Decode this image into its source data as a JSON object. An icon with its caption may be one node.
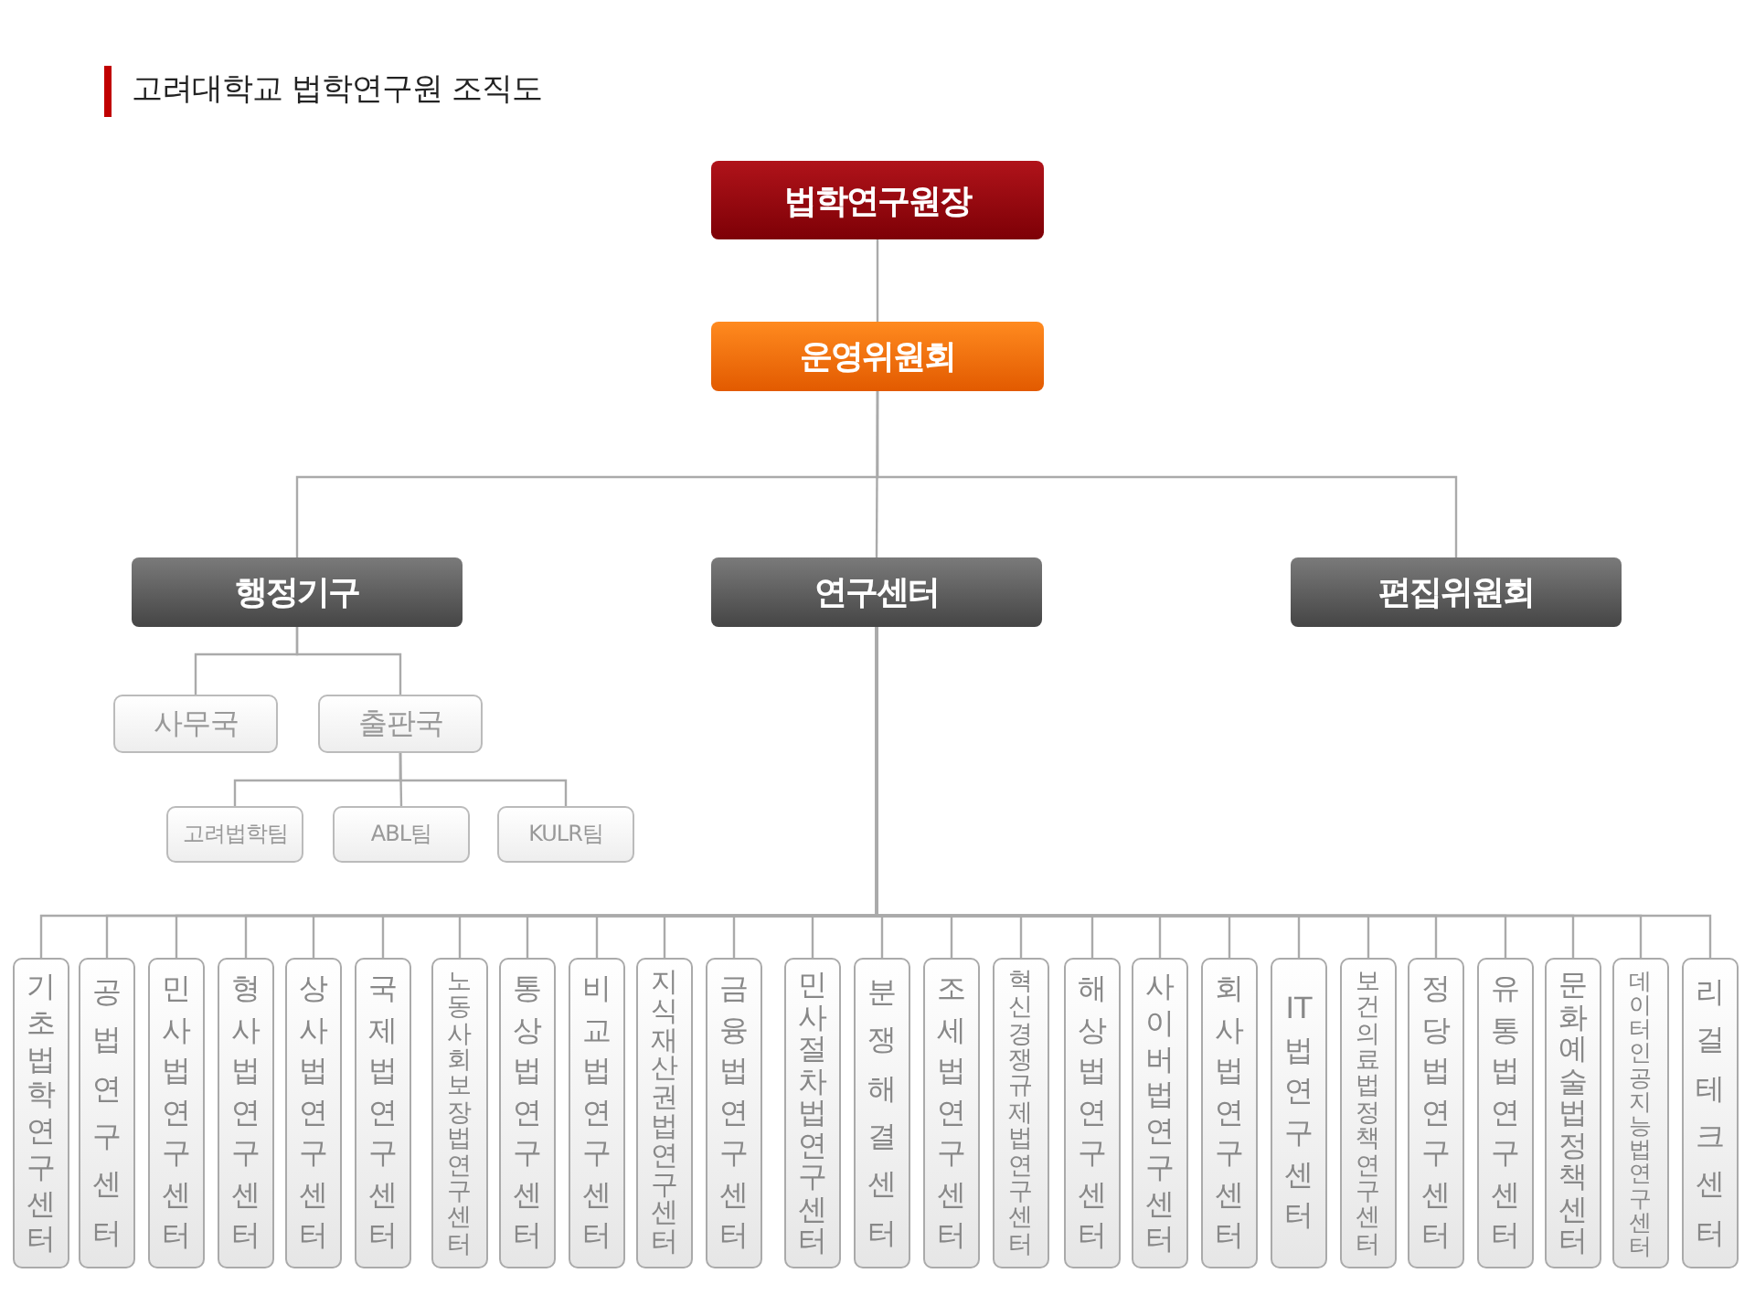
{
  "diagram": {
    "title": "고려대학교 법학연구원 조직도",
    "nodes": [
      {
        "text": [
          "법학연구원장"
        ]
      },
      {
        "text": [
          "운영위원회"
        ]
      },
      {
        "text": [
          "행정기구"
        ]
      },
      {
        "text": [
          "연구센터"
        ]
      },
      {
        "text": [
          "편집위원회"
        ]
      },
      {
        "text": [
          "사무국"
        ]
      },
      {
        "text": [
          "출판국"
        ]
      },
      {
        "text": [
          "고려법학팀"
        ]
      },
      {
        "text": [
          "ABL팀"
        ]
      },
      {
        "text": [
          "KULR팀"
        ]
      },
      {
        "text": [
          "기초법학연구센터"
        ]
      },
      {
        "text": [
          "공법연구센터"
        ]
      },
      {
        "text": [
          "민사법연구센터"
        ]
      },
      {
        "text": [
          "형사법연구센터"
        ]
      },
      {
        "text": [
          "상사법연구센터"
        ]
      },
      {
        "text": [
          "국제법연구센터"
        ]
      },
      {
        "text": [
          "노동사회보장법연구센터"
        ]
      },
      {
        "text": [
          "통상법연구센터"
        ]
      },
      {
        "text": [
          "비교법연구센터"
        ]
      },
      {
        "text": [
          "지식재산권법연구센터"
        ]
      },
      {
        "text": [
          "금융법연구센터"
        ]
      },
      {
        "text": [
          "민사절차법연구센터"
        ]
      },
      {
        "text": [
          "분쟁해결센터"
        ]
      },
      {
        "text": [
          "조세법연구센터"
        ]
      },
      {
        "text": [
          "혁신경쟁규제법연구센터"
        ]
      },
      {
        "text": [
          "해상법연구센터"
        ]
      },
      {
        "text": [
          "사이버법연구센터"
        ]
      },
      {
        "text": [
          "회사법연구센터"
        ]
      },
      {
        "text": [
          "IT법연구센터"
        ]
      },
      {
        "text": [
          "보건의료법정책연구센터"
        ]
      },
      {
        "text": [
          "정당법연구센터"
        ]
      },
      {
        "text": [
          "유통법연구센터"
        ]
      },
      {
        "text": [
          "문화예술법정책센터"
        ]
      },
      {
        "text": [
          "데이터인공지능법연구센터"
        ]
      },
      {
        "text": [
          "리걸테크센터"
        ]
      }
    ],
    "edges": [
      {
        "from": 0,
        "to": 1,
        "arrow": "none"
      },
      {
        "from": 1,
        "to": 2,
        "arrow": "none"
      },
      {
        "from": 1,
        "to": 3,
        "arrow": "none"
      },
      {
        "from": 1,
        "to": 4,
        "arrow": "none"
      },
      {
        "from": 2,
        "to": 5,
        "arrow": "none"
      },
      {
        "from": 2,
        "to": 6,
        "arrow": "none"
      },
      {
        "from": 6,
        "to": 7,
        "arrow": "none"
      },
      {
        "from": 6,
        "to": 8,
        "arrow": "none"
      },
      {
        "from": 6,
        "to": 9,
        "arrow": "none"
      },
      {
        "from": 3,
        "to": 10,
        "arrow": "none"
      },
      {
        "from": 3,
        "to": 11,
        "arrow": "none"
      },
      {
        "from": 3,
        "to": 12,
        "arrow": "none"
      },
      {
        "from": 3,
        "to": 13,
        "arrow": "none"
      },
      {
        "from": 3,
        "to": 14,
        "arrow": "none"
      },
      {
        "from": 3,
        "to": 15,
        "arrow": "none"
      },
      {
        "from": 3,
        "to": 16,
        "arrow": "none"
      },
      {
        "from": 3,
        "to": 17,
        "arrow": "none"
      },
      {
        "from": 3,
        "to": 18,
        "arrow": "none"
      },
      {
        "from": 3,
        "to": 19,
        "arrow": "none"
      },
      {
        "from": 3,
        "to": 20,
        "arrow": "none"
      },
      {
        "from": 3,
        "to": 21,
        "arrow": "none"
      },
      {
        "from": 3,
        "to": 22,
        "arrow": "none"
      },
      {
        "from": 3,
        "to": 23,
        "arrow": "none"
      },
      {
        "from": 3,
        "to": 24,
        "arrow": "none"
      },
      {
        "from": 3,
        "to": 25,
        "arrow": "none"
      },
      {
        "from": 3,
        "to": 26,
        "arrow": "none"
      },
      {
        "from": 3,
        "to": 27,
        "arrow": "none"
      },
      {
        "from": 3,
        "to": 28,
        "arrow": "none"
      },
      {
        "from": 3,
        "to": 29,
        "arrow": "none"
      },
      {
        "from": 3,
        "to": 30,
        "arrow": "none"
      },
      {
        "from": 3,
        "to": 31,
        "arrow": "none"
      },
      {
        "from": 3,
        "to": 32,
        "arrow": "none"
      },
      {
        "from": 3,
        "to": 33,
        "arrow": "none"
      },
      {
        "from": 3,
        "to": 34,
        "arrow": "none"
      }
    ]
  }
}
